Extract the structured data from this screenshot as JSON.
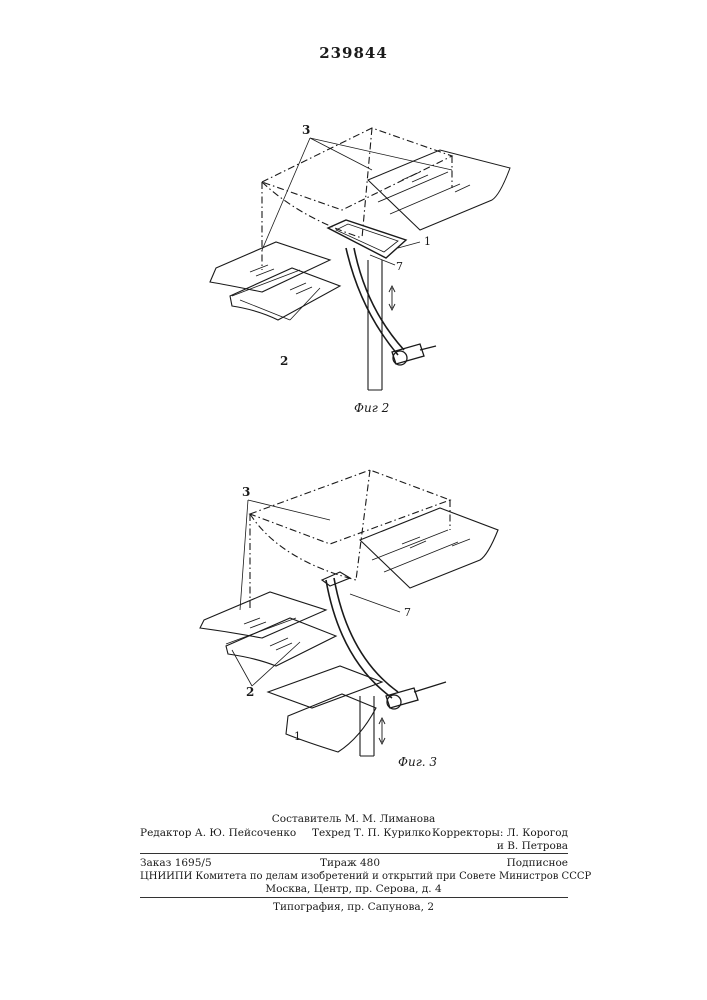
{
  "patent_number": "239844",
  "figure2": {
    "caption": "Фиг 2",
    "labels": {
      "sheets": "3",
      "strips": "2",
      "frame": "1",
      "tube": "7"
    }
  },
  "figure3": {
    "caption": "Фиг. 3",
    "labels": {
      "sheets": "3",
      "strips": "2",
      "frame": "1",
      "tube": "7"
    }
  },
  "colophon": {
    "compiler": "Составитель М. М. Лиманова",
    "editor": "Редактор А. Ю. Пейсоченко",
    "techred": "Техред Т. П. Курилко",
    "correctors_1": "Корректоры: Л. Корогод",
    "correctors_2": "и В. Петрова",
    "order": "Заказ 1695/5",
    "circulation": "Тираж 480",
    "subscription": "Подписное",
    "institute": "ЦНИИПИ Комитета по делам изобретений и открытий при Совете Министров СССР",
    "address": "Москва, Центр, пр. Серова, д. 4",
    "printer": "Типография, пр. Сапунова, 2"
  }
}
